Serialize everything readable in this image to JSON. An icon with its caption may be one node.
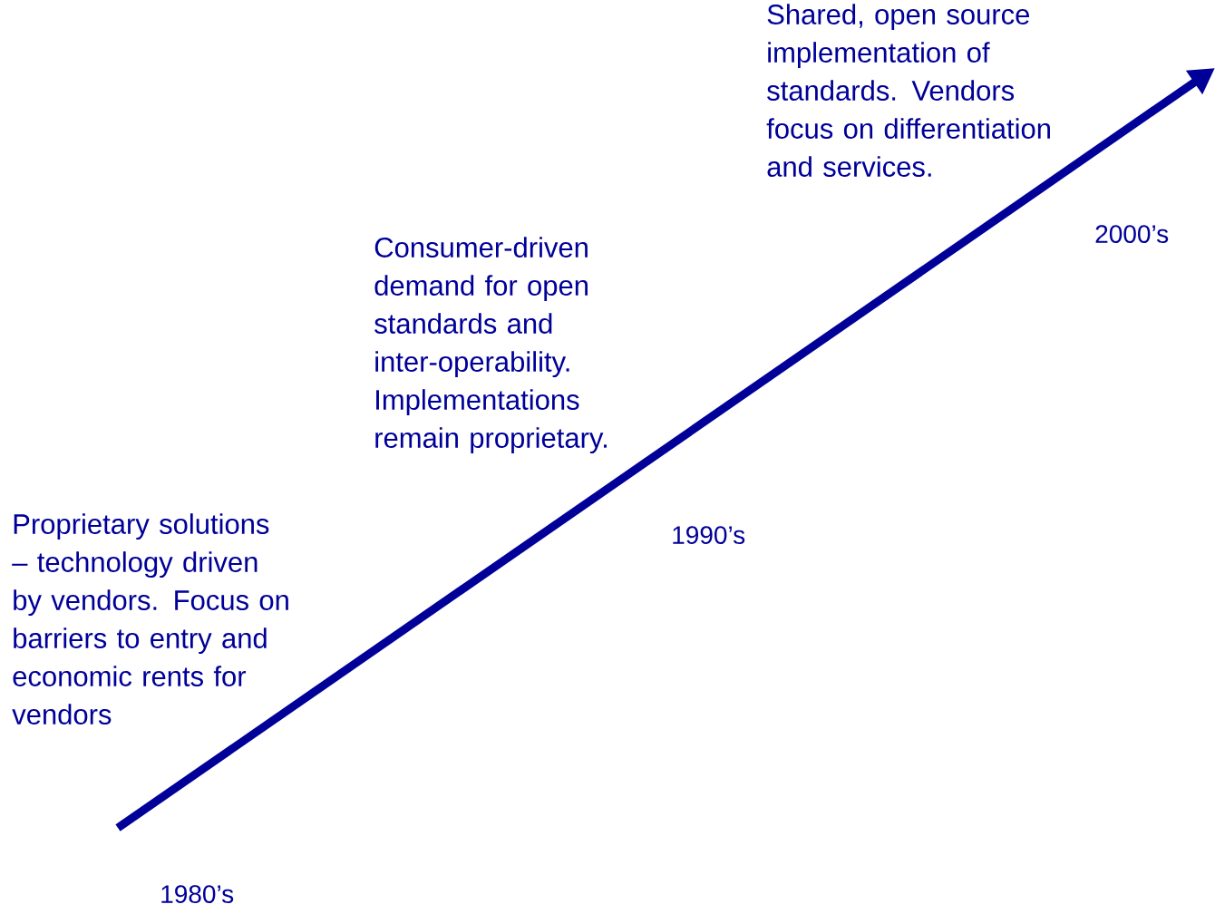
{
  "diagram": {
    "labels": [
      "Shared, open source implementation of standards. Vendors focus on differentiation and services.",
      "2000’s",
      "Consumer-driven demand for open standards and inter-operability. Implementations remain proprietary.",
      "1990’s",
      "Proprietary solutions – technology driven by vendors. Focus on barriers to entry and economic rents for vendors",
      "1980’s"
    ]
  }
}
